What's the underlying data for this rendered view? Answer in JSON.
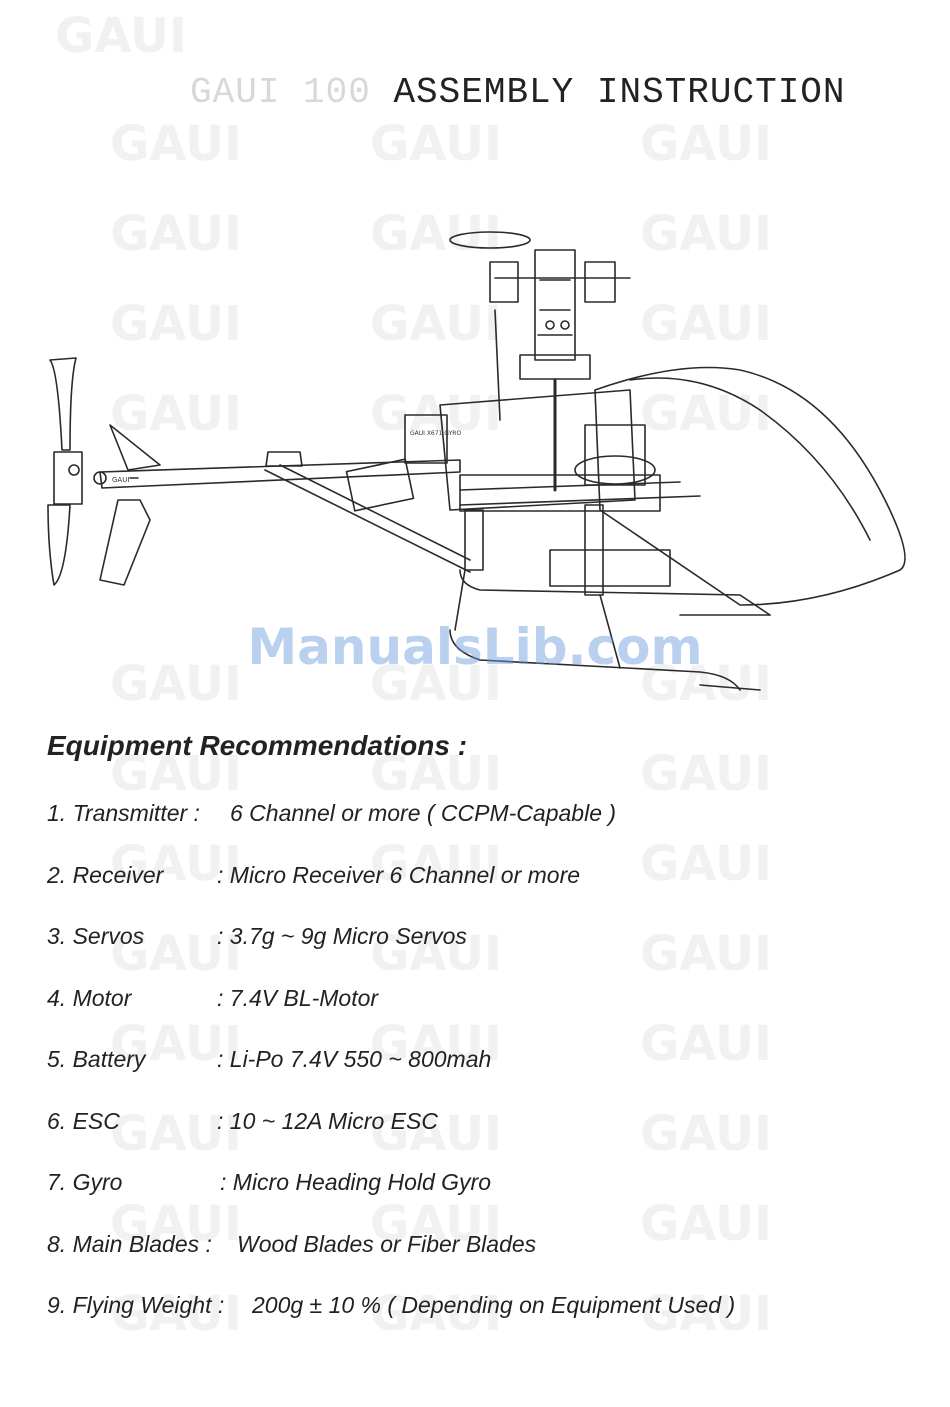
{
  "header": {
    "brand_faded": "GAUI 100",
    "title": "ASSEMBLY INSTRUCTION"
  },
  "figure": {
    "name": "helicopter-assembly-illustration",
    "boom_label": "GAUI",
    "gyro_label": "GAUI X671 GYRO"
  },
  "site_watermark": "ManualsLib.com",
  "equipment": {
    "heading": "Equipment  Recommendations :",
    "items": [
      {
        "label": "1. Transmitter  :",
        "value": "6 Channel or more ( CCPM-Capable )"
      },
      {
        "label": "2. Receiver",
        "value": ": Micro Receiver 6 Channel or more"
      },
      {
        "label": "3. Servos",
        "value": ": 3.7g ~ 9g Micro Servos"
      },
      {
        "label": "4. Motor",
        "value": ": 7.4V BL-Motor"
      },
      {
        "label": "5. Battery",
        "value": ": Li-Po 7.4V 550 ~ 800mah"
      },
      {
        "label": "6. ESC",
        "value": ": 10 ~ 12A Micro ESC"
      },
      {
        "label": "7. Gyro",
        "value": ": Micro Heading Hold Gyro"
      },
      {
        "label": "8. Main Blades :",
        "value": "Wood Blades  or Fiber Blades"
      },
      {
        "label": "9. Flying Weight :",
        "value": "200g ± 10 % ( Depending on Equipment Used )"
      }
    ]
  }
}
